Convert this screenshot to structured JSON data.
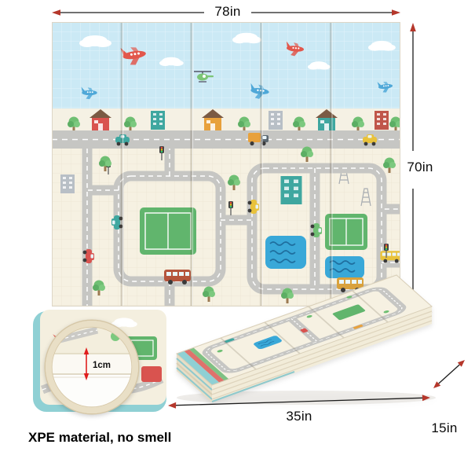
{
  "labels": {
    "unfolded_width": "78in",
    "unfolded_height": "70in",
    "folded_length": "35in",
    "folded_depth": "15in",
    "thickness": "1cm",
    "material_note": "XPE material, no smell"
  },
  "mat": {
    "panel_count": 5
  },
  "colors": {
    "sky": "#cbe9f5",
    "mat_cream": "#f6f1e2",
    "road_gray": "#c6c6c3",
    "grass_green": "#61b56d",
    "water_blue": "#39a8d8",
    "edge_teal": "#8fd0d4",
    "arrow_line": "#1c1c1c",
    "arrowhead_red": "#b5372b",
    "thickness_arrow_red": "#e01d1d",
    "zoom_ring_tan": "#e9dfc6"
  }
}
